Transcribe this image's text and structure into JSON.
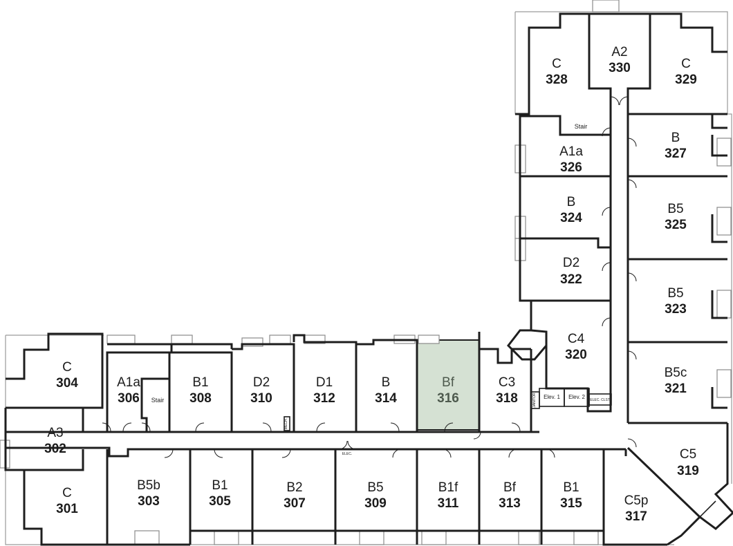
{
  "rooms": [
    {
      "type": "C",
      "number": "328"
    },
    {
      "type": "A2",
      "number": "330"
    },
    {
      "type": "C",
      "number": "329"
    },
    {
      "type": "A1a",
      "number": "326"
    },
    {
      "type": "B",
      "number": "327"
    },
    {
      "type": "B",
      "number": "324"
    },
    {
      "type": "B5",
      "number": "325"
    },
    {
      "type": "D2",
      "number": "322"
    },
    {
      "type": "B5",
      "number": "323"
    },
    {
      "type": "C4",
      "number": "320"
    },
    {
      "type": "B5c",
      "number": "321"
    },
    {
      "type": "C",
      "number": "304"
    },
    {
      "type": "A1a",
      "number": "306"
    },
    {
      "type": "B1",
      "number": "308"
    },
    {
      "type": "D2",
      "number": "310"
    },
    {
      "type": "D1",
      "number": "312"
    },
    {
      "type": "B",
      "number": "314"
    },
    {
      "type": "Bf",
      "number": "316"
    },
    {
      "type": "C3",
      "number": "318"
    },
    {
      "type": "A3",
      "number": "302"
    },
    {
      "type": "C",
      "number": "301"
    },
    {
      "type": "B5b",
      "number": "303"
    },
    {
      "type": "B1",
      "number": "305"
    },
    {
      "type": "B2",
      "number": "307"
    },
    {
      "type": "B5",
      "number": "309"
    },
    {
      "type": "B1f",
      "number": "311"
    },
    {
      "type": "Bf",
      "number": "313"
    },
    {
      "type": "B1",
      "number": "315"
    },
    {
      "type": "C5p",
      "number": "317"
    },
    {
      "type": "C5",
      "number": "319"
    }
  ],
  "highlighted_room": "316",
  "utility_labels": {
    "stair_top": "Stair",
    "stair_left": "Stair",
    "elev_1": "Elev. 1",
    "elev_2": "Elev. 2",
    "elec_clst": "ELEC. CLST.",
    "elec_corridor": "ELEC.",
    "mech": "MECH.",
    "janitor": "JANITOR"
  },
  "colors": {
    "wall": "#1e1e1e",
    "highlight_fill": "#d5e1d3",
    "highlight_text": "#4e5a4e",
    "outline": "#9a9a9a"
  }
}
